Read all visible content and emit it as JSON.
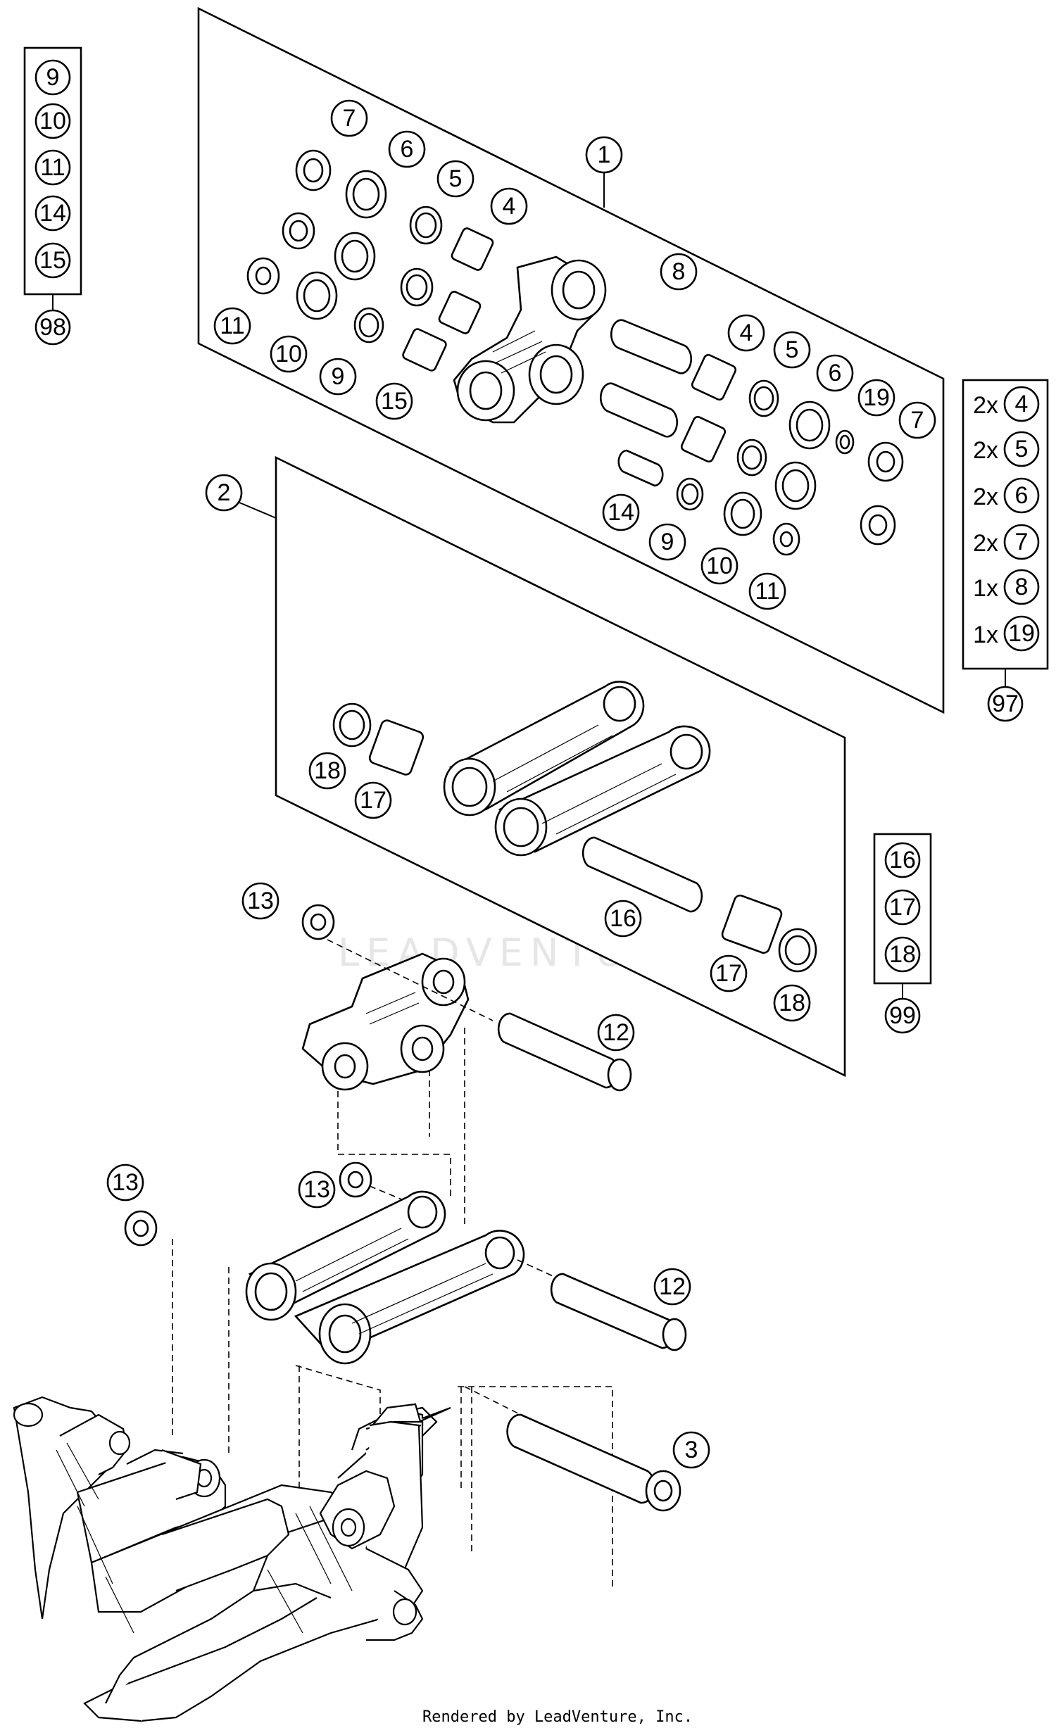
{
  "callouts": [
    {
      "id": "1",
      "label": "1"
    },
    {
      "id": "2",
      "label": "2"
    },
    {
      "id": "3",
      "label": "3"
    },
    {
      "id": "4a",
      "label": "4"
    },
    {
      "id": "4b",
      "label": "4"
    },
    {
      "id": "5a",
      "label": "5"
    },
    {
      "id": "5b",
      "label": "5"
    },
    {
      "id": "6a",
      "label": "6"
    },
    {
      "id": "6b",
      "label": "6"
    },
    {
      "id": "7a",
      "label": "7"
    },
    {
      "id": "7b",
      "label": "7"
    },
    {
      "id": "8",
      "label": "8"
    },
    {
      "id": "9a",
      "label": "9"
    },
    {
      "id": "9b",
      "label": "9"
    },
    {
      "id": "10a",
      "label": "10"
    },
    {
      "id": "10b",
      "label": "10"
    },
    {
      "id": "11a",
      "label": "11"
    },
    {
      "id": "11b",
      "label": "11"
    },
    {
      "id": "12a",
      "label": "12"
    },
    {
      "id": "12b",
      "label": "12"
    },
    {
      "id": "13a",
      "label": "13"
    },
    {
      "id": "13b",
      "label": "13"
    },
    {
      "id": "13c",
      "label": "13"
    },
    {
      "id": "14",
      "label": "14"
    },
    {
      "id": "15",
      "label": "15"
    },
    {
      "id": "16",
      "label": "16"
    },
    {
      "id": "17a",
      "label": "17"
    },
    {
      "id": "17b",
      "label": "17"
    },
    {
      "id": "18a",
      "label": "18"
    },
    {
      "id": "18b",
      "label": "18"
    },
    {
      "id": "19",
      "label": "19"
    }
  ],
  "kit_98": {
    "kit": "98",
    "items": [
      "9",
      "10",
      "11",
      "14",
      "15"
    ]
  },
  "kit_97": {
    "kit": "97",
    "items": [
      {
        "qty": "2x",
        "part": "4"
      },
      {
        "qty": "2x",
        "part": "5"
      },
      {
        "qty": "2x",
        "part": "6"
      },
      {
        "qty": "2x",
        "part": "7"
      },
      {
        "qty": "1x",
        "part": "8"
      },
      {
        "qty": "1x",
        "part": "19"
      }
    ]
  },
  "kit_99": {
    "kit": "99",
    "items": [
      "16",
      "17",
      "18"
    ]
  },
  "watermark": "LEADVENTURE",
  "footer": "Rendered by LeadVenture, Inc."
}
